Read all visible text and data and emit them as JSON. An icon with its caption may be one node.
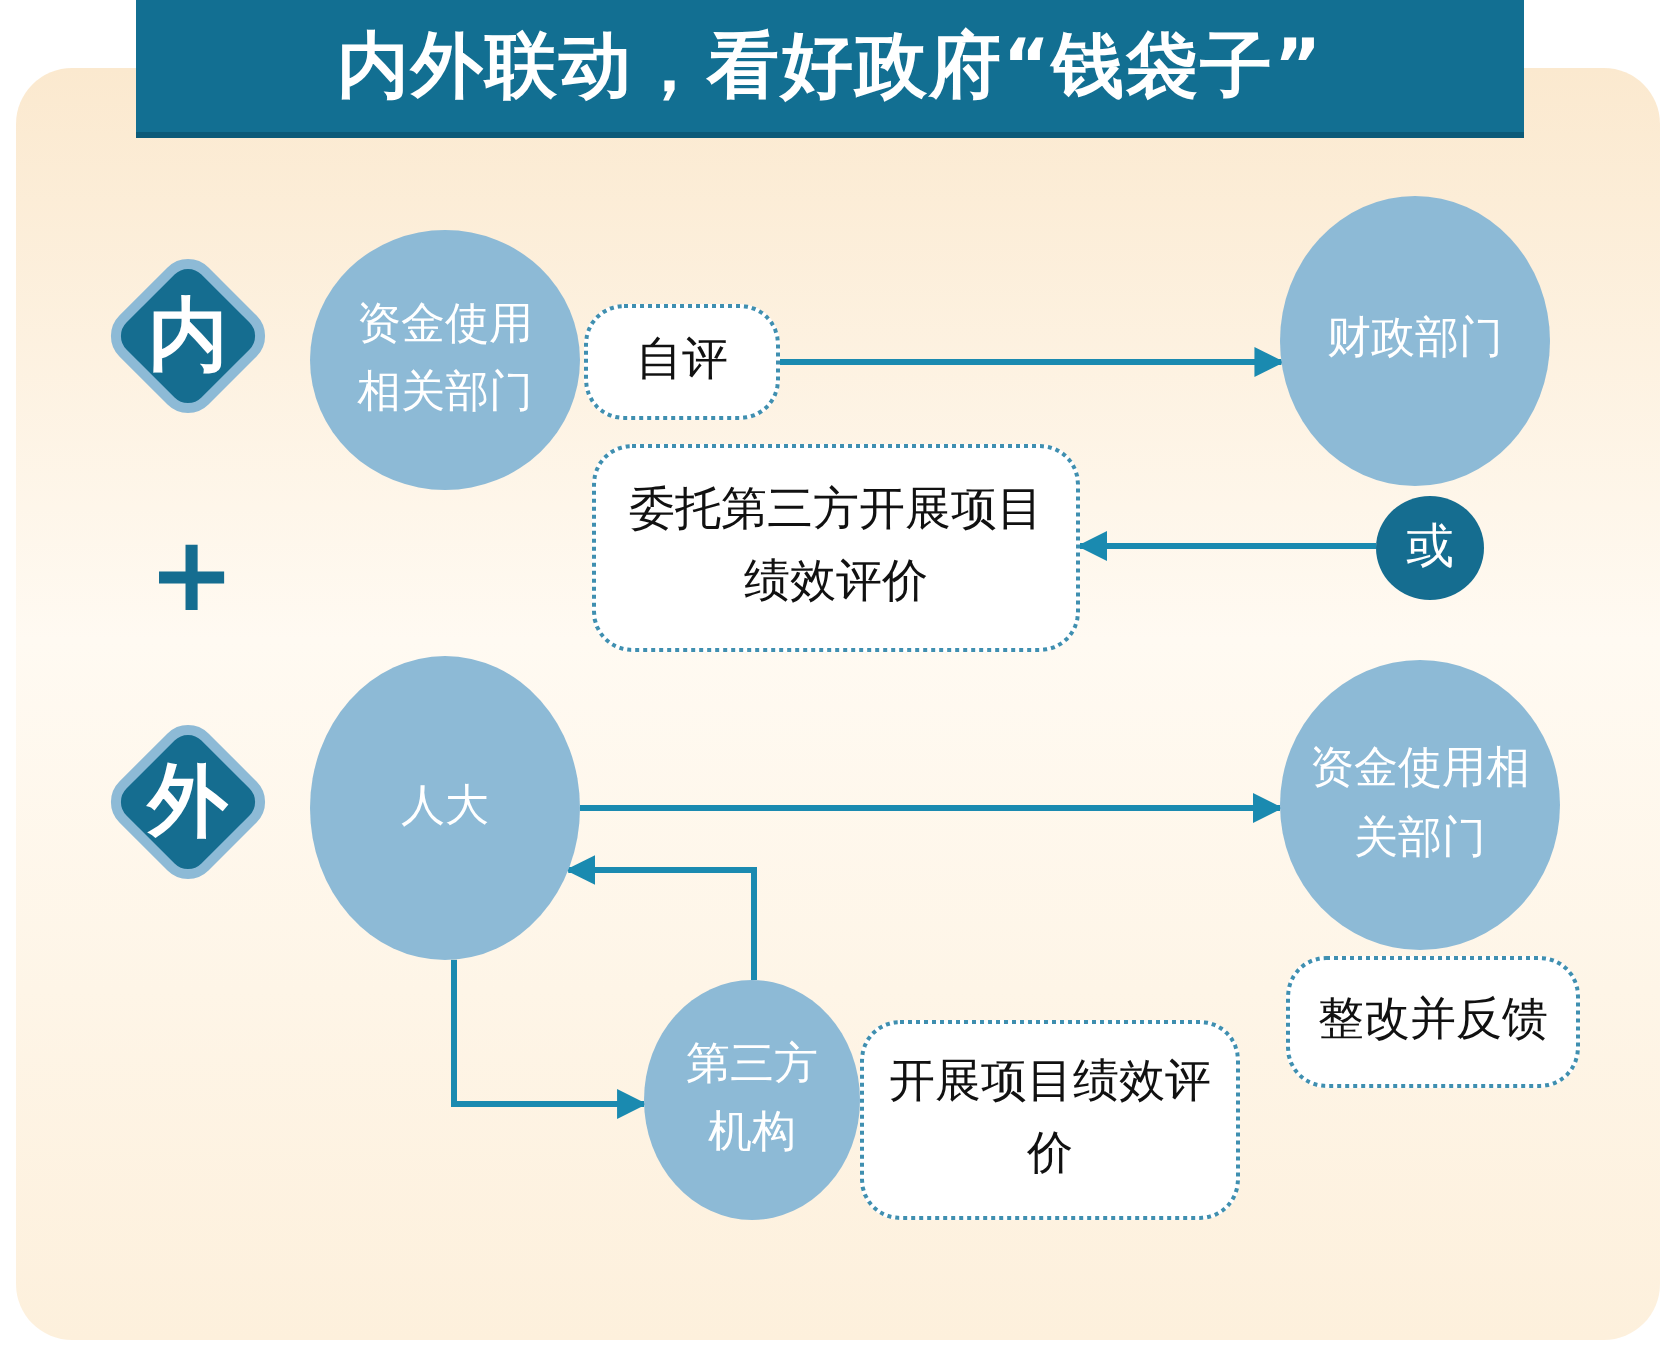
{
  "diagram": {
    "title": "内外联动，看好政府“钱袋子”",
    "nodes": [
      {
        "text": [
          "内"
        ]
      },
      {
        "text": [
          "资金使用相关部门"
        ]
      },
      {
        "text": [
          "自评"
        ]
      },
      {
        "text": [
          "财政部门"
        ]
      },
      {
        "text": [
          "或"
        ]
      },
      {
        "text": [
          "委托第三方开展项目绩效评价"
        ]
      },
      {
        "text": [
          "外"
        ]
      },
      {
        "text": [
          "人大"
        ]
      },
      {
        "text": [
          "资金使用相关部门"
        ]
      },
      {
        "text": [
          "整改并反馈"
        ]
      },
      {
        "text": [
          "第三方机构"
        ]
      },
      {
        "text": [
          "开展项目绩效评价"
        ]
      }
    ],
    "edges": [
      {
        "from": 2,
        "to": 3,
        "arrow": "to"
      },
      {
        "from": 4,
        "to": 5,
        "arrow": "to"
      },
      {
        "from": 7,
        "to": 8,
        "arrow": "to"
      },
      {
        "from": 7,
        "to": 10,
        "arrow": "to"
      },
      {
        "from": 10,
        "to": 7,
        "arrow": "to"
      }
    ],
    "labels": [
      "+"
    ]
  }
}
